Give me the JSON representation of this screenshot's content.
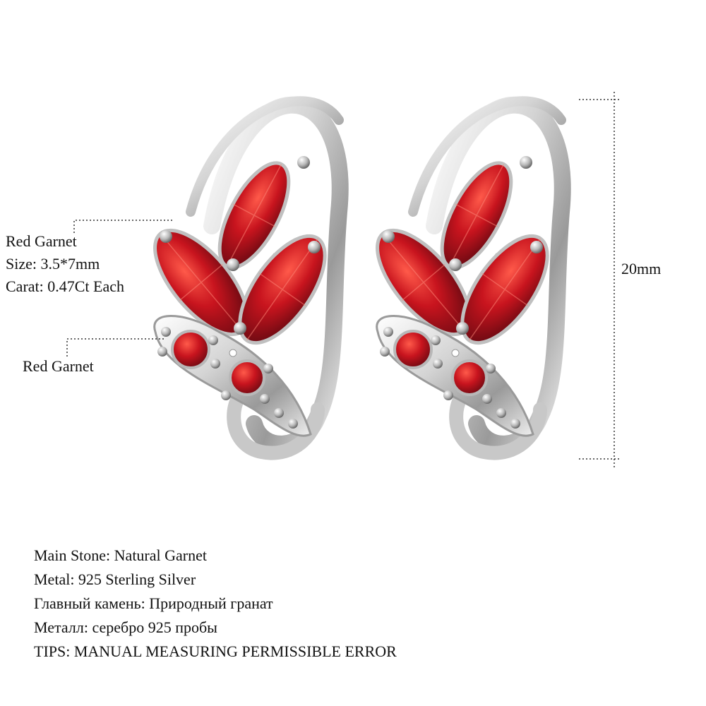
{
  "callouts": {
    "main_stone": {
      "name": "Red Garnet",
      "size": "Size: 3.5*7mm",
      "carat": "Carat: 0.47Ct Each"
    },
    "pave_stone": {
      "name": "Red Garnet"
    }
  },
  "dimension": {
    "height_label": "20mm"
  },
  "specs": [
    "Main Stone: Natural Garnet",
    "Metal: 925 Sterling Silver",
    "Главный камень: Природный гранат",
    "Металл: серебро 925 пробы",
    "TIPS: MANUAL MEASURING PERMISSIBLE ERROR"
  ],
  "colors": {
    "background": "#ffffff",
    "garnet": "#b3121c",
    "garnet_dark": "#6e0a12",
    "silver": "#d9d9d9",
    "silver_dark": "#8a8a8a",
    "leader_line": "#333333"
  },
  "image": {
    "subject_icon": "garnet-earring-pair"
  }
}
